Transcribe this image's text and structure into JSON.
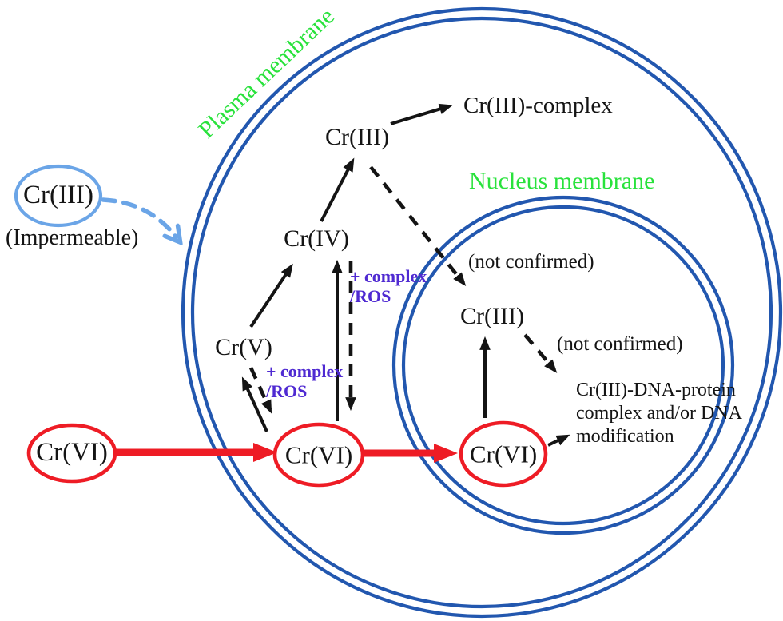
{
  "diagram": {
    "title_context": "Chromium uptake and intracellular reduction diagram",
    "labels": {
      "plasma_membrane": "Plasma membrane",
      "nucleus_membrane": "Nucleus membrane",
      "cr3_outside": "Cr(III)",
      "impermeable": "(Impermeable)",
      "cr6_outside": "Cr(VI)",
      "cr6_cytoplasm": "Cr(VI)",
      "cr5": "Cr(V)",
      "cr4": "Cr(IV)",
      "cr3_cytoplasm": "Cr(III)",
      "cr3_complex": "Cr(III)-complex",
      "complex_ros_upper": "+ complex\n/ROS",
      "complex_ros_lower": "+ complex\n/ROS",
      "not_confirmed_cytoplasm": "(not confirmed)",
      "cr3_nucleus": "Cr(III)",
      "not_confirmed_nucleus": "(not confirmed)",
      "cr6_nucleus": "Cr(VI)",
      "dna_outcome": "Cr(III)-DNA-protein\ncomplex and/or DNA\nmodification"
    },
    "colors": {
      "membrane_blue": "#2257af",
      "label_green": "#29e23c",
      "species_red": "#ee1c25",
      "impermeable_light_blue": "#6ba5e7",
      "ros_purple": "#4f2ad2",
      "text_black": "#141414"
    }
  }
}
